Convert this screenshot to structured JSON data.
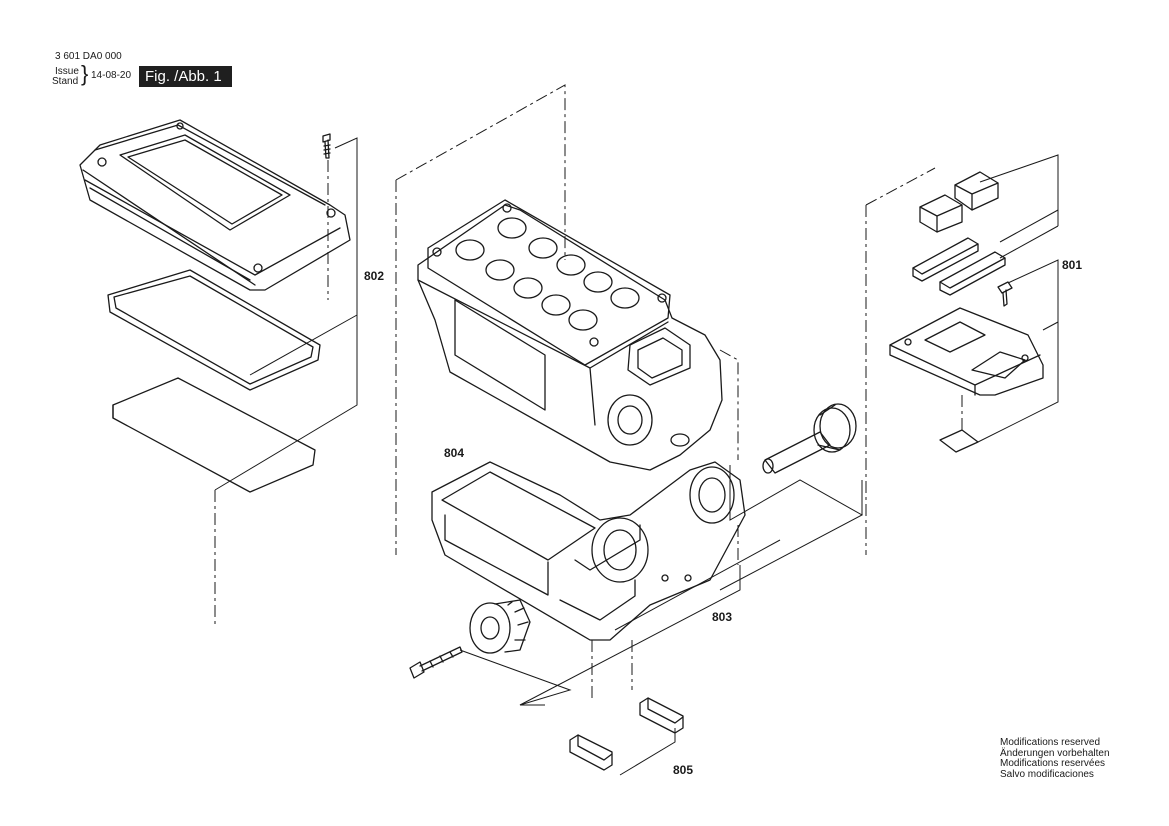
{
  "header": {
    "drawing_number": "3 601 DA0 000",
    "issue_label": "Issue",
    "stand_label": "Stand",
    "issue_date": "14-08-20",
    "figure_label": "Fig. /Abb. 1"
  },
  "parts": {
    "p801": "801",
    "p802": "802",
    "p803": "803",
    "p804": "804",
    "p805": "805"
  },
  "notes": [
    "Modifications reserved",
    "Änderungen vorbehalten",
    "Modifications reservées",
    "Salvo modificaciones"
  ]
}
